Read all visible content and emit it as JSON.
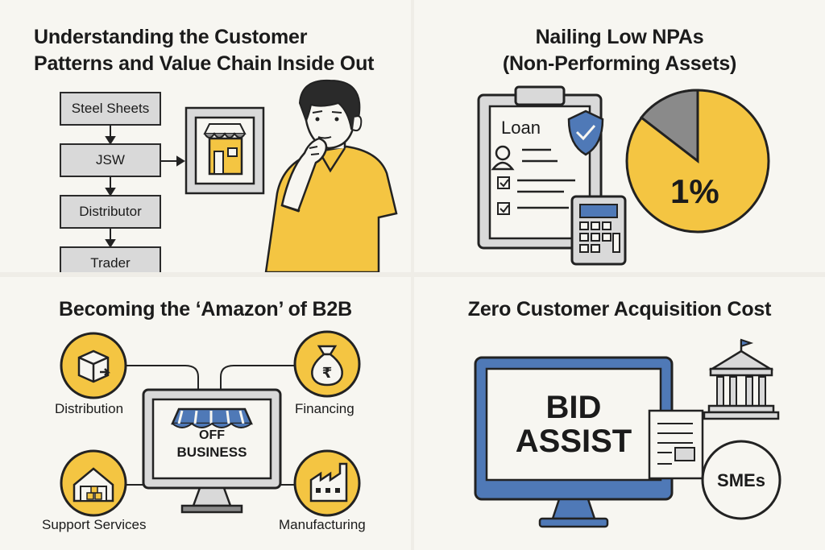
{
  "panels": {
    "understanding": {
      "title_line1": "Understanding the Customer",
      "title_line2": "Patterns and Value Chain Inside Out",
      "chain": [
        "Steel Sheets",
        "JSW",
        "Distributor",
        "Trader"
      ],
      "icons": [
        "shop-icon",
        "thinking-person-icon"
      ]
    },
    "npa": {
      "title_line1": "Nailing Low NPAs",
      "title_line2": "(Non-Performing Assets)",
      "loan_label": "Loan",
      "pie_label": "1%",
      "icons": [
        "clipboard-icon",
        "shield-check-icon",
        "calculator-icon",
        "pie-chart-icon"
      ]
    },
    "amazon": {
      "title": "Becoming the ‘Amazon’ of B2B",
      "center_line1": "OFF",
      "center_line2": "BUSINESS",
      "nodes": [
        "Distribution",
        "Financing",
        "Support Services",
        "Manufacturing"
      ],
      "icons": [
        "box-icon",
        "money-bag-icon",
        "warehouse-icon",
        "factory-icon",
        "monitor-icon"
      ]
    },
    "cac": {
      "title": "Zero Customer Acquisition Cost",
      "screen_line1": "BID",
      "screen_line2": "ASSIST",
      "circle_label": "SMEs",
      "icons": [
        "monitor-icon",
        "government-building-icon",
        "document-icon"
      ]
    }
  },
  "colors": {
    "accent_yellow": "#f4c542",
    "accent_blue": "#4f79b7",
    "box_gray": "#d9d9d9",
    "ink": "#1b1b1b",
    "panel_bg": "#f7f6f1"
  }
}
